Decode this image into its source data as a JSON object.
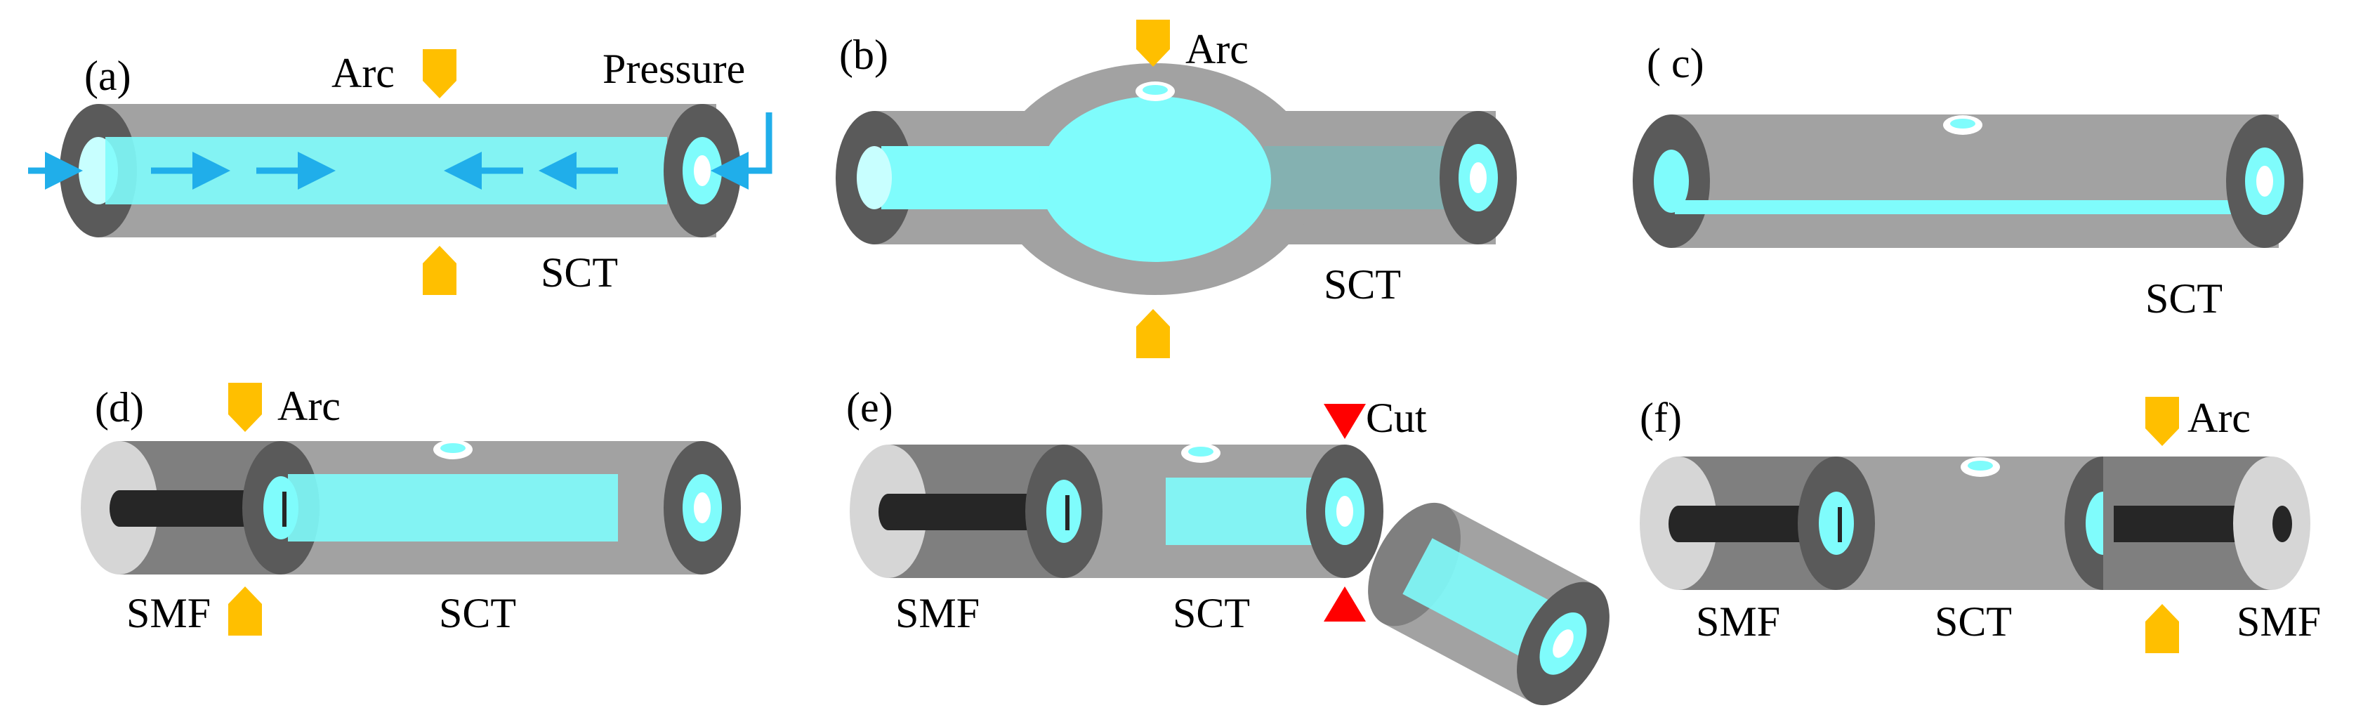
{
  "panels": [
    {
      "id": "a",
      "label": "(a)"
    },
    {
      "id": "b",
      "label": "(b)"
    },
    {
      "id": "c",
      "label": "( c)"
    },
    {
      "id": "d",
      "label": "(d)"
    },
    {
      "id": "e",
      "label": "(e)"
    },
    {
      "id": "f",
      "label": "(f)"
    }
  ],
  "text": {
    "arc": "Arc",
    "pressure": "Pressure",
    "sct": "SCT",
    "smf": "SMF",
    "cut": "Cut"
  },
  "colors": {
    "tube": "#a2a2a2",
    "tube_face": "#5a5a5a",
    "tube_face_light": "#d6d6d6",
    "tube_face_mid": "#7f7f7f",
    "fluid": "#7ffcfc",
    "fluid_light": "#c8ffff",
    "arrow": "#20aeea",
    "electrode": "#ffbf00",
    "cut_marker": "#ff0000",
    "fiber_core": "#262626"
  }
}
